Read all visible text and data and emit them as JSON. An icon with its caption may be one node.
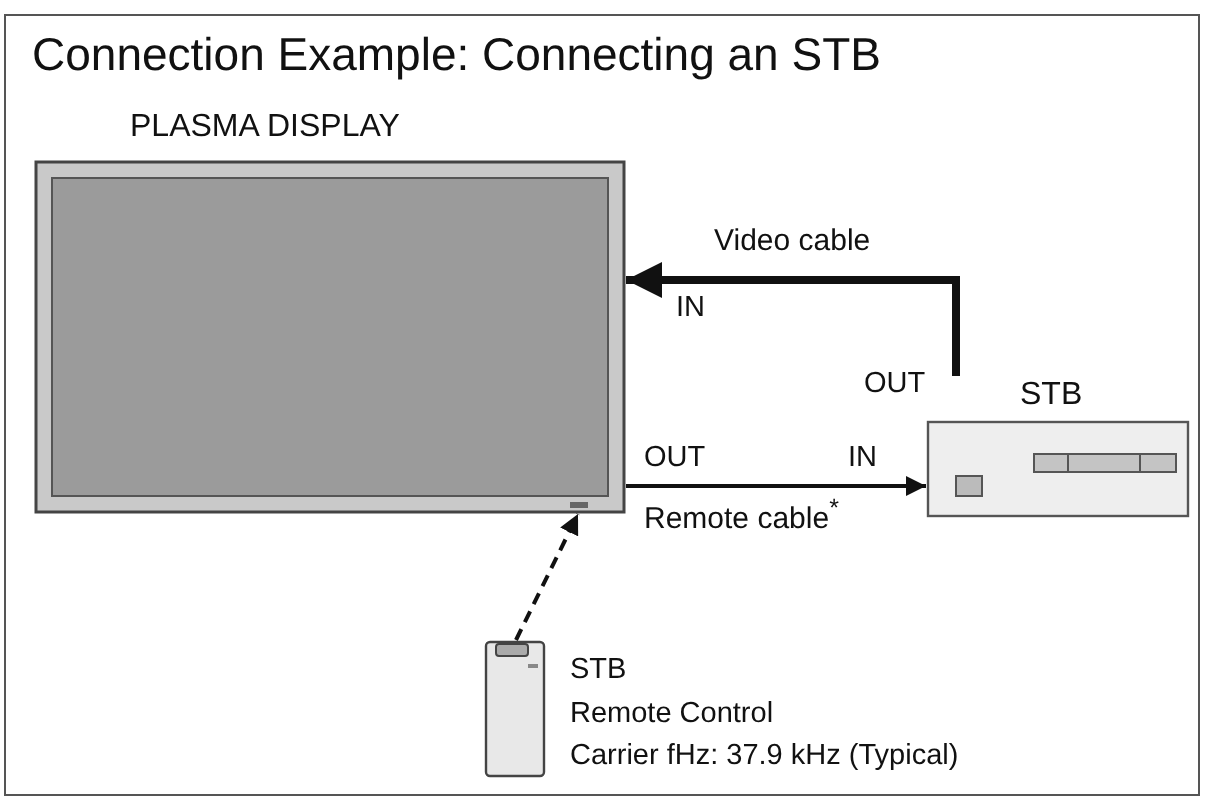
{
  "diagram": {
    "title": "Connection Example: Connecting an STB",
    "nodes": [
      {
        "text": [
          "PLASMA DISPLAY"
        ]
      },
      {
        "text": [
          "STB"
        ]
      },
      {
        "text": [],
        "shape": "box",
        "beside": [
          "STB",
          "Remote Control",
          "Carrier fHz: 37.9 kHz (Typical)"
        ]
      }
    ],
    "edges": [
      {
        "from": 1,
        "to": 0,
        "arrow": "to",
        "label": "Video cable",
        "style": "thick"
      },
      {
        "from": 0,
        "to": 1,
        "arrow": "to",
        "label": "Remote cable$^{*}$"
      },
      {
        "from": 2,
        "to": 0,
        "arrow": "to",
        "style": "dashed"
      }
    ],
    "labels": [
      "IN",
      "OUT",
      "OUT",
      "IN"
    ]
  }
}
